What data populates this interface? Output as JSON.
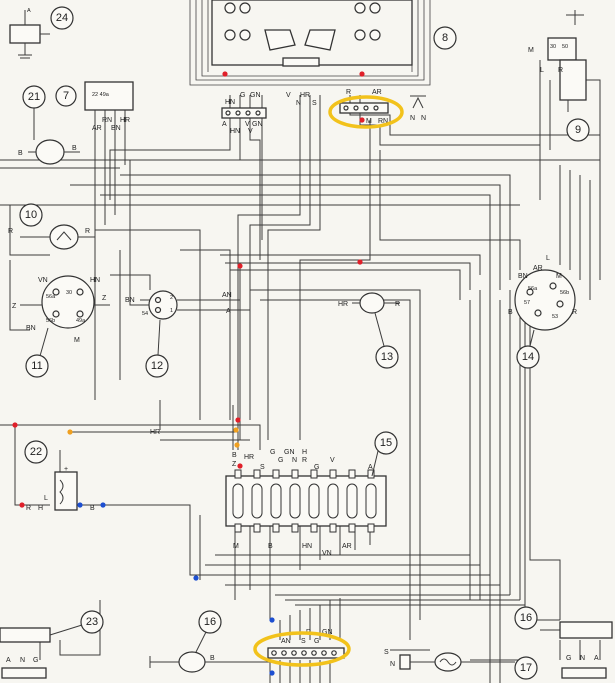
{
  "diagram": {
    "components": [
      {
        "id": "c24",
        "number": "24"
      },
      {
        "id": "c8",
        "number": "8"
      },
      {
        "id": "c9",
        "number": "9"
      },
      {
        "id": "c7",
        "number": "7"
      },
      {
        "id": "c21",
        "number": "21"
      },
      {
        "id": "c10",
        "number": "10"
      },
      {
        "id": "c11",
        "number": "11"
      },
      {
        "id": "c12",
        "number": "12"
      },
      {
        "id": "c13",
        "number": "13"
      },
      {
        "id": "c14",
        "number": "14"
      },
      {
        "id": "c15",
        "number": "15"
      },
      {
        "id": "c22",
        "number": "22"
      },
      {
        "id": "c16a",
        "number": "16"
      },
      {
        "id": "c23",
        "number": "23"
      },
      {
        "id": "c16b",
        "number": "16"
      },
      {
        "id": "c17",
        "number": "17"
      }
    ],
    "wire_labels": {
      "relay24_a": "A",
      "relay7_pins": "22 49a",
      "relay7_ar": "AR",
      "relay7_bn": "BN",
      "relay7_rn": "RN",
      "relay7_hr": "HR",
      "c21_b_left": "B",
      "c21_b_right": "B",
      "c10_r_left": "R",
      "c10_r_right": "R",
      "c11_vn": "VN",
      "c11_hn": "HN",
      "c11_z_left": "Z",
      "c11_z_right": "Z",
      "c11_bn": "BN",
      "c11_m": "M",
      "c11_p56a": "56a",
      "c11_p56b": "56b",
      "c11_p30": "30",
      "c11_p49a": "49a",
      "c12_bn": "BN",
      "c12_an": "AN",
      "c12_a": "A",
      "c12_p2": "2",
      "c12_p1": "1",
      "c12_p54": "54",
      "c13_hr": "HR",
      "c13_r": "R",
      "c14_bn": "BN",
      "c14_ar": "AR",
      "c14_l": "L",
      "c14_m": "M",
      "c14_b": "B",
      "c14_r": "R",
      "c14_p57": "57",
      "c14_p53": "53",
      "c14_p56a": "56a",
      "c14_p56b": "56b",
      "conn8_hn": "HN",
      "conn8_g": "G",
      "conn8_gn": "GN",
      "conn8_a": "A",
      "conn8_hn2": "HN",
      "conn8_v": "V",
      "conn8_gn2": "GN",
      "conn8_v2": "V",
      "conn8_hr": "HR",
      "conn8_n": "N",
      "conn8_s": "S",
      "conn8_r": "R",
      "conn8_ar": "AR",
      "conn8_m": "M",
      "conn8_rn": "RN",
      "conn8_n2": "N",
      "conn8_n3": "N",
      "c9_m": "M",
      "c9_l": "L",
      "c9_r": "R",
      "c9_p30": "30",
      "c9_p50": "50",
      "fuse_b": "B",
      "fuse_z": "Z",
      "fuse_hr": "HR",
      "fuse_s": "S",
      "fuse_g": "G",
      "fuse_gn": "GN",
      "fuse_h": "H",
      "fuse_r": "R",
      "fuse_v": "V",
      "fuse_a": "A",
      "fuse_m": "M",
      "fuse_b2": "B",
      "fuse_hn": "HN",
      "fuse_vn": "VN",
      "fuse_ar": "AR",
      "c22_hr": "HR",
      "c22_b": "B",
      "c22_l": "L",
      "c22_r": "R",
      "c22_h": "H",
      "conn_bot_an": "AN",
      "conn_bot_s": "S",
      "conn_bot_g": "G",
      "conn_bot_gn": "GN",
      "conn_bot_r": "R",
      "c23_b": "B",
      "c16a_a": "A",
      "c16a_n": "N",
      "c16a_g": "G",
      "c16b_g": "G",
      "c16b_n": "N",
      "c16b_a": "A",
      "c17_s": "S",
      "c17_n": "N",
      "mid_hr": "HR"
    }
  }
}
